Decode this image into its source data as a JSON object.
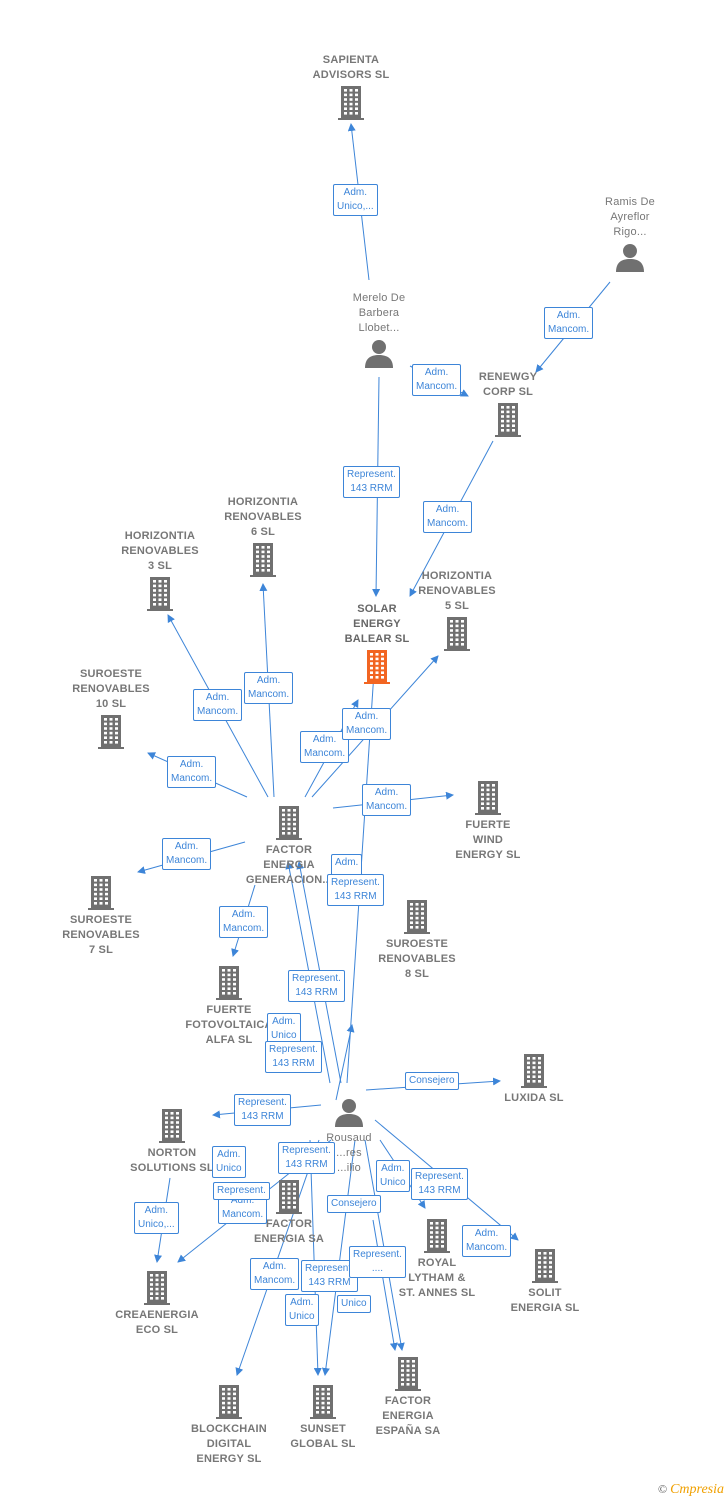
{
  "colors": {
    "edge": "#3d85d8",
    "node": "#777777",
    "focus": "#f26522"
  },
  "nodes": [
    {
      "id": "sapienta",
      "type": "company",
      "name": "SAPIENTA\nADVISORS  SL"
    },
    {
      "id": "ramis",
      "type": "person",
      "name": "Ramis De\nAyreflor\nRigo..."
    },
    {
      "id": "merelo",
      "type": "person",
      "name": "Merelo De\nBarbera\nLlobet..."
    },
    {
      "id": "renewgy",
      "type": "company",
      "name": "RENEWGY\nCORP  SL"
    },
    {
      "id": "hr6",
      "type": "company",
      "name": "HORIZONTIA\nRENOVABLES\n6  SL"
    },
    {
      "id": "hr3",
      "type": "company",
      "name": "HORIZONTIA\nRENOVABLES\n3  SL"
    },
    {
      "id": "hr5",
      "type": "company",
      "name": "HORIZONTIA\nRENOVABLES\n5  SL"
    },
    {
      "id": "solar",
      "type": "focus",
      "name": "SOLAR\nENERGY\nBALEAR  SL"
    },
    {
      "id": "sr10",
      "type": "company",
      "name": "SUROESTE\nRENOVABLES\n10  SL"
    },
    {
      "id": "fuertewind",
      "type": "company",
      "name": "FUERTE\nWIND\nENERGY  SL"
    },
    {
      "id": "feg",
      "type": "company",
      "name": "FACTOR\nENERGIA\nGENERACION..."
    },
    {
      "id": "sr7",
      "type": "company",
      "name": "SUROESTE\nRENOVABLES\n7  SL"
    },
    {
      "id": "sr8",
      "type": "company",
      "name": "SUROESTE\nRENOVABLES\n8  SL"
    },
    {
      "id": "ffa",
      "type": "company",
      "name": "FUERTE\nFOTOVOLTAICA\nALFA  SL"
    },
    {
      "id": "luxida",
      "type": "company",
      "name": "LUXIDA  SL"
    },
    {
      "id": "rousaud",
      "type": "person",
      "name": "Rousaud\n...res\n...ilio"
    },
    {
      "id": "norton",
      "type": "company",
      "name": "NORTON\nSOLUTIONS  SL"
    },
    {
      "id": "fesa",
      "type": "company",
      "name": "FACTOR\nENERGIA SA"
    },
    {
      "id": "royal",
      "type": "company",
      "name": "ROYAL\nLYTHAM &\nST.  ANNES SL"
    },
    {
      "id": "solit",
      "type": "company",
      "name": "SOLIT\nENERGIA  SL"
    },
    {
      "id": "crea",
      "type": "company",
      "name": "CREAENERGIA\nECO  SL"
    },
    {
      "id": "block",
      "type": "company",
      "name": "BLOCKCHAIN\nDIGITAL\nENERGY  SL"
    },
    {
      "id": "sunset",
      "type": "company",
      "name": "SUNSET\nGLOBAL SL"
    },
    {
      "id": "feesp",
      "type": "company",
      "name": "FACTOR\nENERGIA\nESPAÑA SA"
    }
  ],
  "labels": [
    "Adm.\nUnico,...",
    "Adm.\nMancom.",
    "Adm.\nMancom.",
    "Represent.\n143 RRM",
    "Adm.\nMancom.",
    "Adm.\nMancom.",
    "Adm.\nMancom.",
    "Adm.\nMancom.",
    "Adm.\nMancom.",
    "Adm.\nMancom.",
    "Adm.\nMancom.",
    "Adm.\nMancom.",
    "Adm.\nMancom.",
    "Adm.\n...",
    "Represent.\n143 RRM",
    "Adm.\nMancom.",
    "Represent.\n143 RRM",
    "Adm.\nUnico",
    "Represent.\n143 RRM",
    "Consejero",
    "Represent.\n143 RRM",
    "Adm.\nUnico",
    "Represent.\n143 RRM",
    "Represent.",
    "Adm.\nUnico",
    "Represent.\n143 RRM",
    "Consejero",
    "Adm.\nUnico,...",
    "Adm.\nMancom.",
    "Adm.\nMancom.",
    "Represent.\n143 RRM",
    "Represent.\n....",
    "Adm.\nUnico",
    "Unico"
  ],
  "watermark": {
    "copyright": "©",
    "e": "C",
    "brand": "mpresia"
  }
}
